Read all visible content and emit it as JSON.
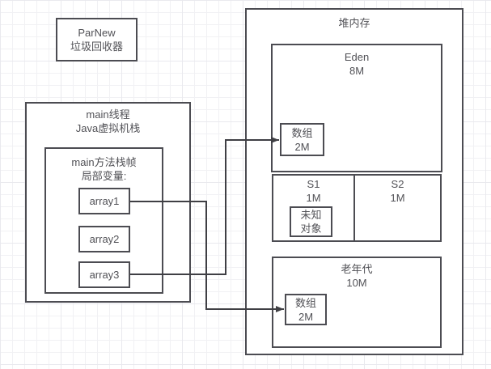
{
  "gc_box": {
    "line1": "ParNew",
    "line2": "垃圾回收器"
  },
  "thread_box": {
    "line1": "main线程",
    "line2": "Java虚拟机栈"
  },
  "frame_box": {
    "line1": "main方法栈帧",
    "line2": "局部变量:"
  },
  "local_vars": [
    "array1",
    "array2",
    "array3"
  ],
  "heap": {
    "title": "堆内存",
    "eden": {
      "name": "Eden",
      "size": "8M"
    },
    "eden_object": {
      "line1": "数组",
      "line2": "2M"
    },
    "s1": {
      "name": "S1",
      "size": "1M"
    },
    "s1_object": {
      "line1": "未知",
      "line2": "对象"
    },
    "s2": {
      "name": "S2",
      "size": "1M"
    },
    "old": {
      "name": "老年代",
      "size": "10M"
    },
    "old_object": {
      "line1": "数组",
      "line2": "2M"
    }
  },
  "colors": {
    "stroke": "#4c4c52",
    "connector": "#3f3f44",
    "text": "#515156",
    "grid_minor": "#f1f1f4",
    "grid_major": "#e9e9ee",
    "background": "#ffffff"
  }
}
